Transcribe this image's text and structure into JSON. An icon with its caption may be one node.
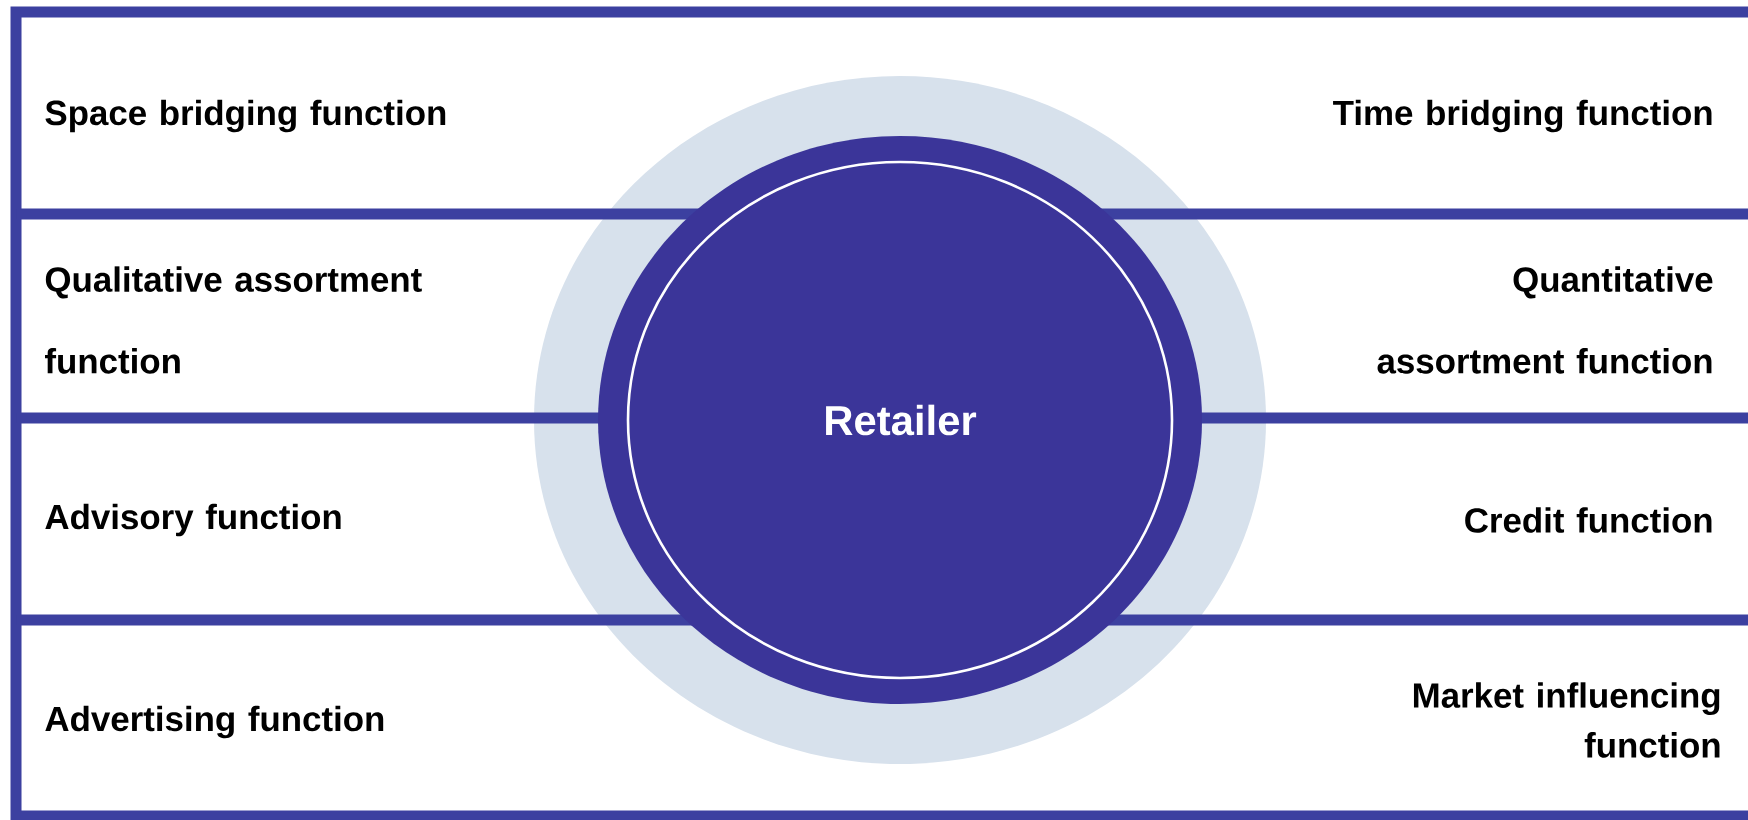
{
  "diagram": {
    "nodes": [
      {
        "text": [
          "Retailer"
        ]
      },
      {
        "text": [
          "Space bridging function"
        ]
      },
      {
        "text": [
          "Time bridging function"
        ]
      },
      {
        "text": [
          "Qualitative assortment function"
        ]
      },
      {
        "text": [
          "Quantitative assortment function"
        ]
      },
      {
        "text": [
          "Advisory function"
        ]
      },
      {
        "text": [
          "Credit function"
        ]
      },
      {
        "text": [
          "Advertising function"
        ]
      },
      {
        "text": [
          "Market influencing function"
        ]
      }
    ]
  }
}
